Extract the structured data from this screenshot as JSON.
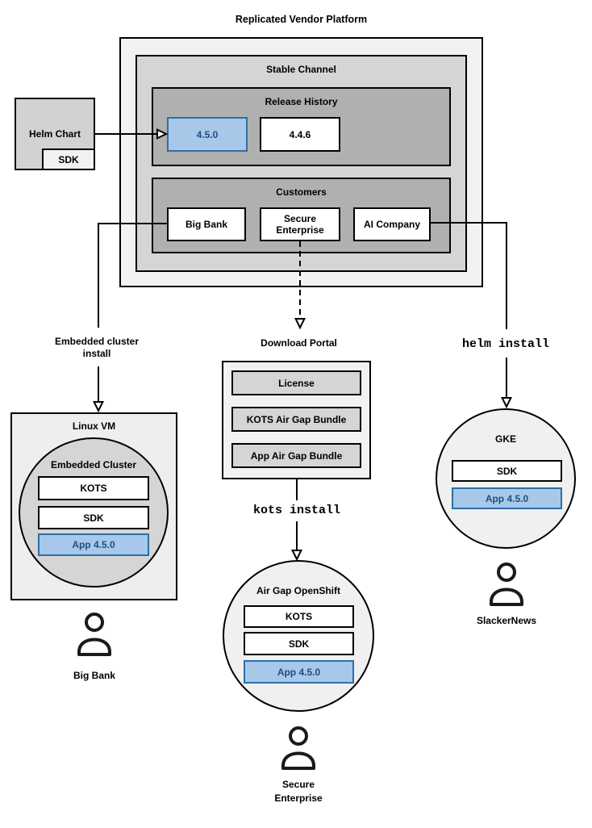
{
  "title": "Replicated Vendor Platform",
  "colors": {
    "highlight_fill": "#a8c8ea",
    "highlight_border": "#2c6fa8",
    "highlight_text": "#1c4f84",
    "gray_lightest": "#f2f2f2",
    "gray_mid": "#d5d5d5",
    "gray_dark": "#b0b0b0"
  },
  "stable_channel": {
    "title": "Stable Channel",
    "release_history": {
      "title": "Release History",
      "versions": [
        {
          "label": "4.5.0",
          "highlighted": true
        },
        {
          "label": "4.4.6",
          "highlighted": false
        }
      ]
    },
    "customers": {
      "title": "Customers",
      "items": [
        {
          "label": "Big Bank"
        },
        {
          "label": "Secure Enterprise"
        },
        {
          "label": "AI Company"
        }
      ]
    }
  },
  "helm_chart": {
    "label": "Helm Chart",
    "sdk": "SDK"
  },
  "edges": {
    "embedded_cluster_install": "Embedded cluster\ninstall",
    "kots_install": "kots install",
    "helm_install": "helm install"
  },
  "download_portal": {
    "title": "Download Portal",
    "items": [
      {
        "label": "License"
      },
      {
        "label": "KOTS Air Gap Bundle"
      },
      {
        "label": "App Air Gap Bundle"
      }
    ]
  },
  "linux_vm": {
    "title": "Linux VM",
    "embedded_cluster": {
      "title": "Embedded Cluster",
      "components": [
        {
          "label": "KOTS",
          "highlighted": false
        },
        {
          "label": "SDK",
          "highlighted": false
        },
        {
          "label": "App 4.5.0",
          "highlighted": true
        }
      ]
    }
  },
  "air_gap_openshift": {
    "title": "Air Gap OpenShift",
    "components": [
      {
        "label": "KOTS",
        "highlighted": false
      },
      {
        "label": "SDK",
        "highlighted": false
      },
      {
        "label": "App 4.5.0",
        "highlighted": true
      }
    ]
  },
  "gke": {
    "title": "GKE",
    "components": [
      {
        "label": "SDK",
        "highlighted": false
      },
      {
        "label": "App 4.5.0",
        "highlighted": true
      }
    ]
  },
  "personas": {
    "big_bank": "Big Bank",
    "secure_enterprise": "Secure\nEnterprise",
    "slackernews": "SlackerNews"
  }
}
